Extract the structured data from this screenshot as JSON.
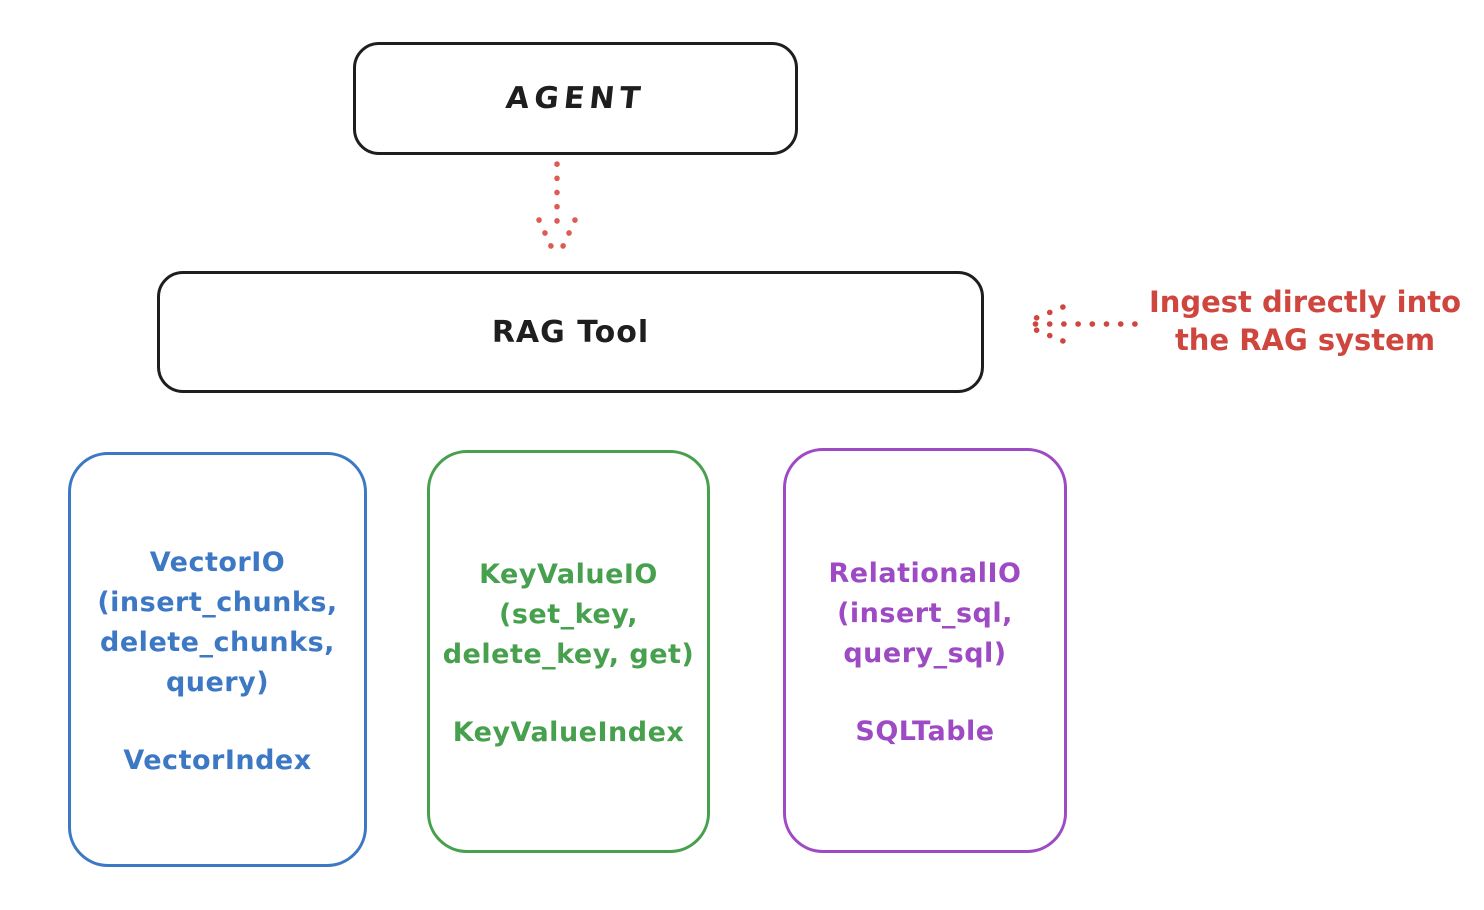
{
  "canvas": {
    "background": "#ffffff",
    "stroke_color": "#1e1e1e"
  },
  "nodes": {
    "agent": {
      "label": "AGENT",
      "border_color": "#1e1e1e"
    },
    "rag_tool": {
      "label": "RAG Tool",
      "border_color": "#1e1e1e"
    },
    "vector_io": {
      "methods": "VectorIO\n(insert_chunks,\ndelete_chunks,\nquery)",
      "index": "VectorIndex",
      "color": "#3c78c4"
    },
    "key_value_io": {
      "methods": "KeyValueIO\n(set_key,\ndelete_key, get)",
      "index": "KeyValueIndex",
      "color": "#47a04e"
    },
    "relational_io": {
      "methods": "RelationalIO\n(insert_sql,\nquery_sql)",
      "index": "SQLTable",
      "color": "#9d4ac4"
    }
  },
  "annotation": {
    "text": "Ingest directly into\nthe RAG system",
    "color": "#cf463f"
  },
  "arrows": {
    "agent_to_rag_tool": {
      "style": "dotted",
      "direction": "down",
      "color": "#dd5a55"
    },
    "annotation_to_rag_tool": {
      "style": "dotted",
      "direction": "left",
      "color": "#cf463f"
    }
  }
}
